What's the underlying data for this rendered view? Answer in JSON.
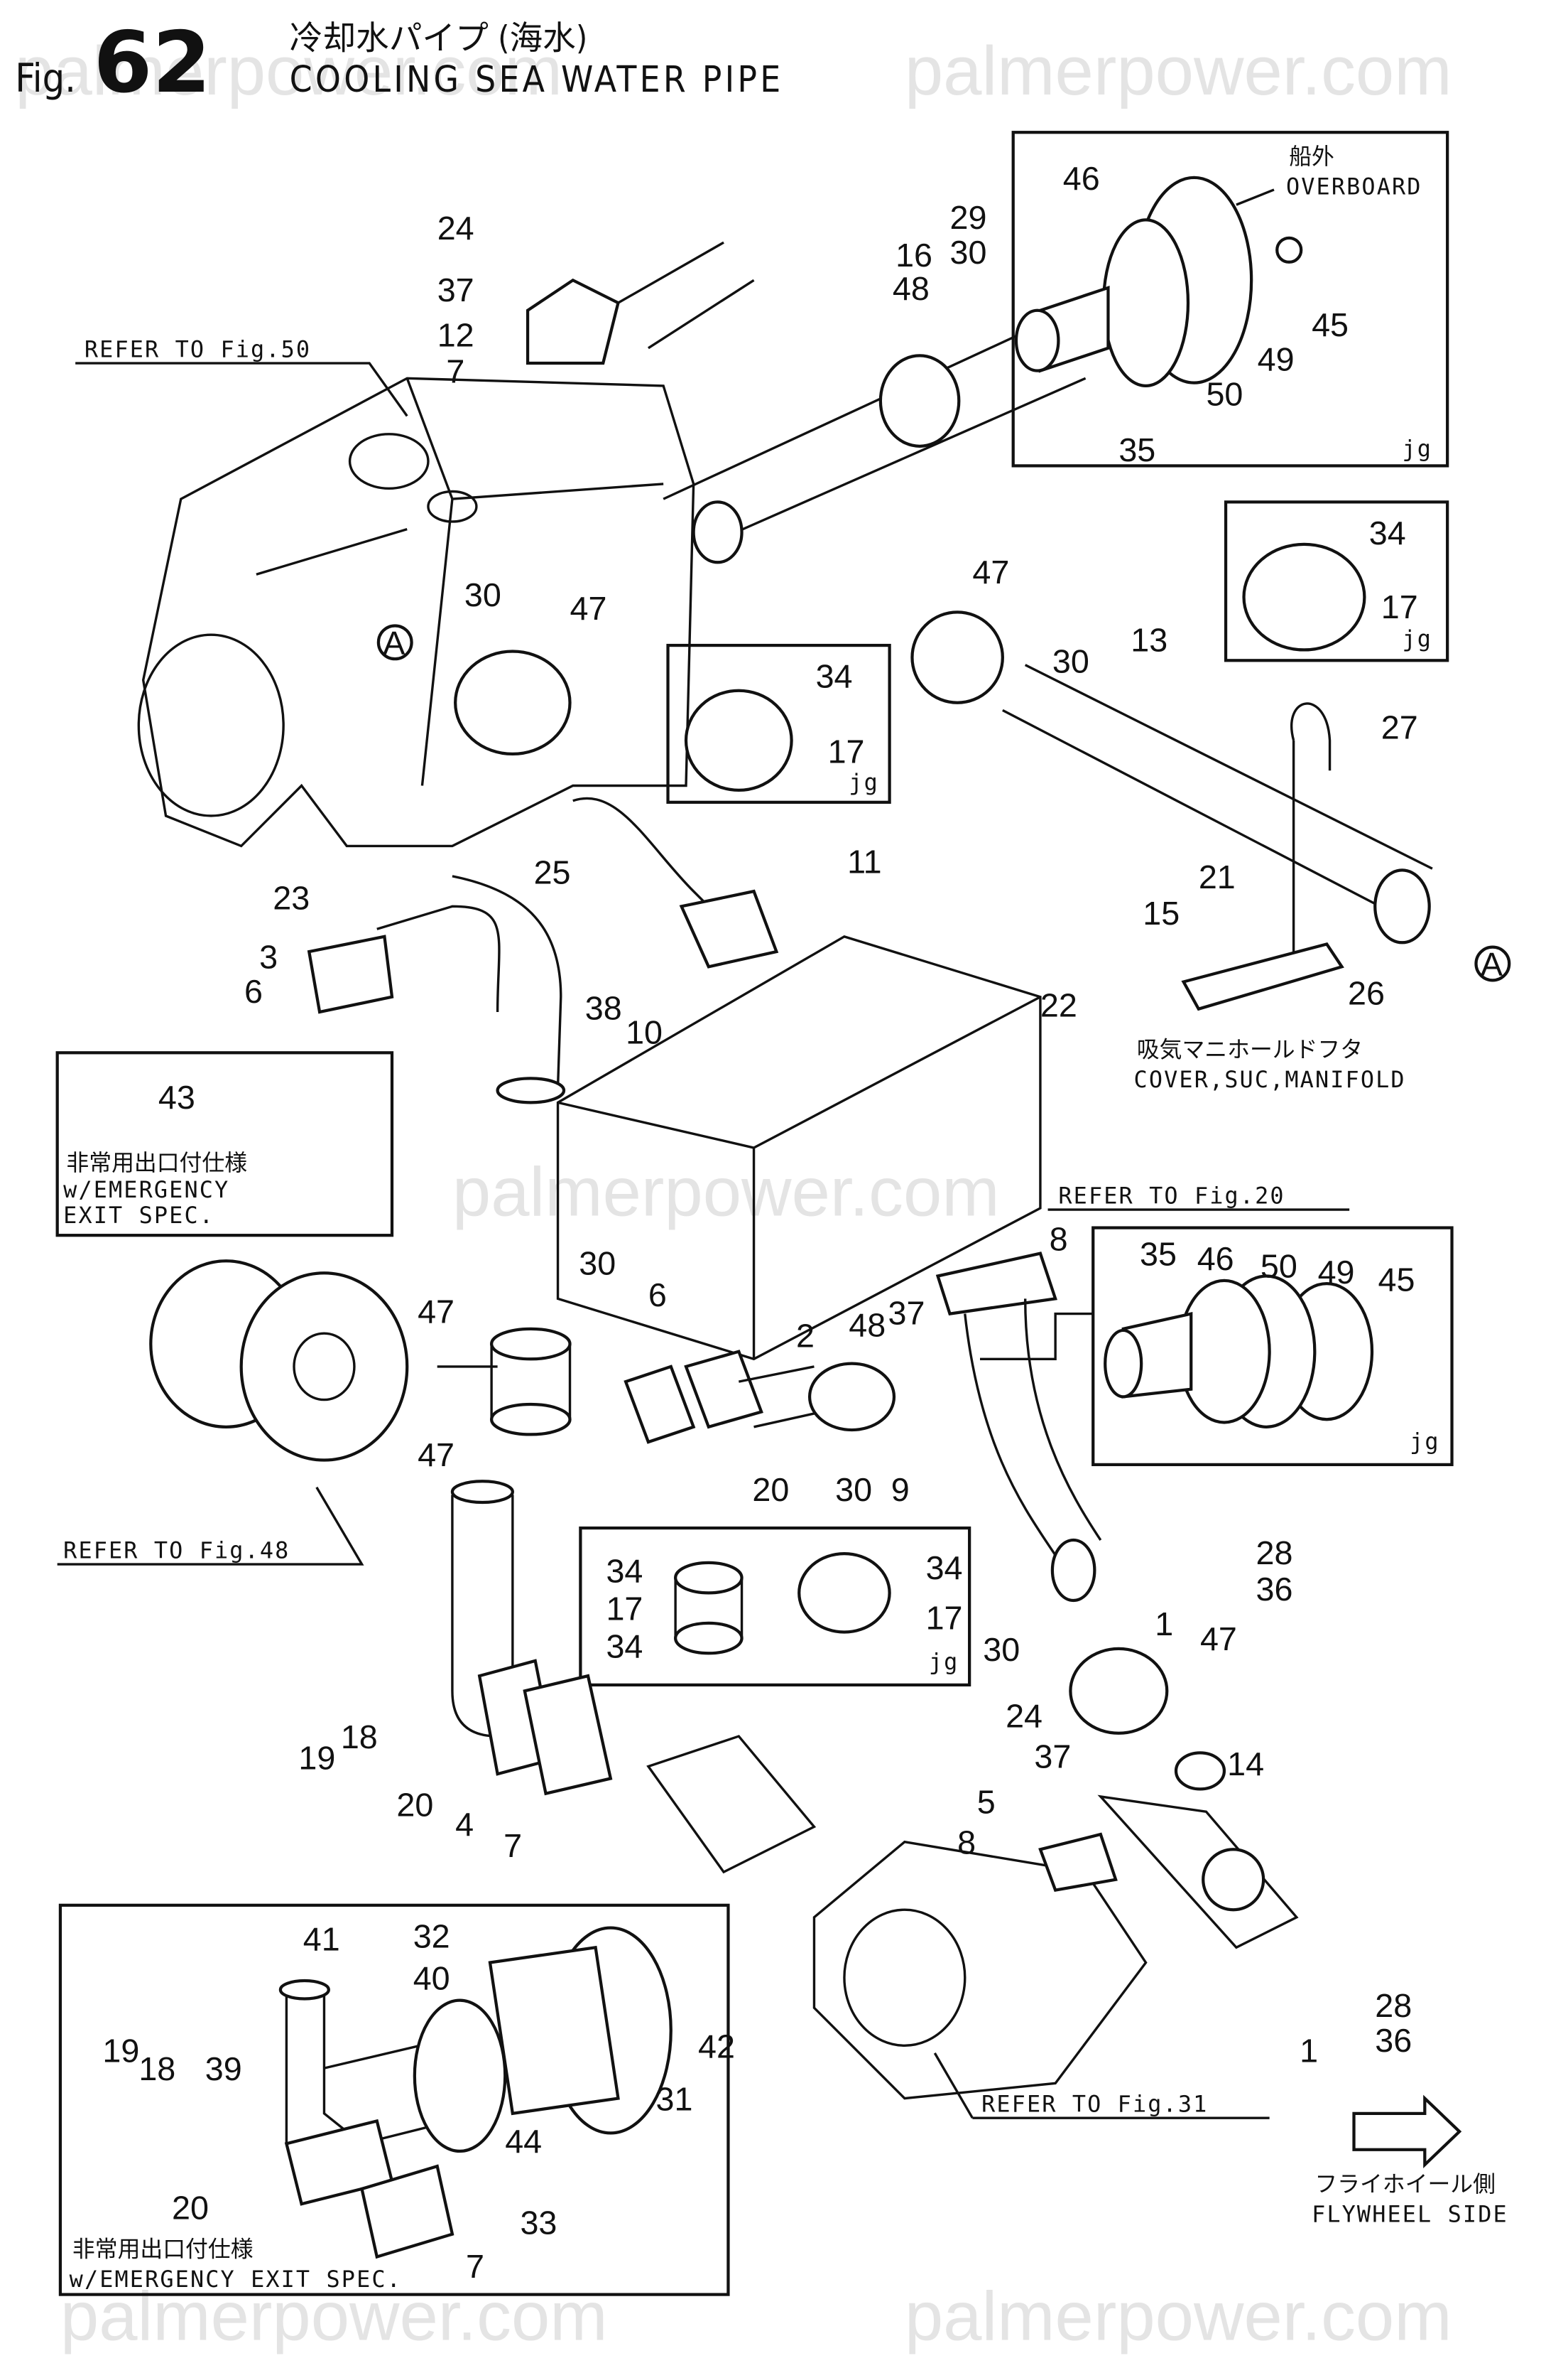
{
  "header": {
    "fig_prefix": "Fig.",
    "fig_number": "62",
    "title_jp": "冷却水パイプ (海水)",
    "title_en": "COOLING SEA WATER PIPE"
  },
  "watermark": "palmerpower.com",
  "refs": {
    "fig50": "REFER TO Fig.50",
    "fig20": "REFER TO Fig.20",
    "fig48": "REFER TO Fig.48",
    "fig31": "REFER TO Fig.31"
  },
  "notes": {
    "overboard_jp": "船外",
    "overboard_en": "OVERBOARD",
    "cover_jp": "吸気マニホールドフタ",
    "cover_en": "COVER,SUC,MANIFOLD",
    "emergency_jp": "非常用出口付仕様",
    "emergency_en1": "w/EMERGENCY",
    "emergency_en2": "EXIT SPEC.",
    "emergency2_jp": "非常用出口付仕様",
    "emergency2_en": "w/EMERGENCY EXIT SPEC.",
    "flywheel_jp": "フライホイール側",
    "flywheel_en": "FLYWHEEL SIDE",
    "jg": "jg",
    "marker_a": "A"
  },
  "parts": [
    "24",
    "37",
    "12",
    "7",
    "16",
    "48",
    "29",
    "30",
    "46",
    "50",
    "49",
    "45",
    "35",
    "30",
    "47",
    "47",
    "30",
    "13",
    "34",
    "17",
    "34",
    "17",
    "27",
    "23",
    "25",
    "11",
    "38",
    "10",
    "3",
    "6",
    "21",
    "15",
    "26",
    "22",
    "43",
    "30",
    "6",
    "2",
    "48",
    "37",
    "8",
    "35",
    "46",
    "50",
    "49",
    "45",
    "47",
    "47",
    "20",
    "30",
    "9",
    "28",
    "36",
    "1",
    "34",
    "17",
    "34",
    "34",
    "17",
    "30",
    "47",
    "24",
    "14",
    "37",
    "5",
    "8",
    "19",
    "18",
    "20",
    "4",
    "7",
    "41",
    "32",
    "40",
    "19",
    "18",
    "39",
    "31",
    "42",
    "44",
    "20",
    "33",
    "7",
    "28",
    "36",
    "1"
  ]
}
